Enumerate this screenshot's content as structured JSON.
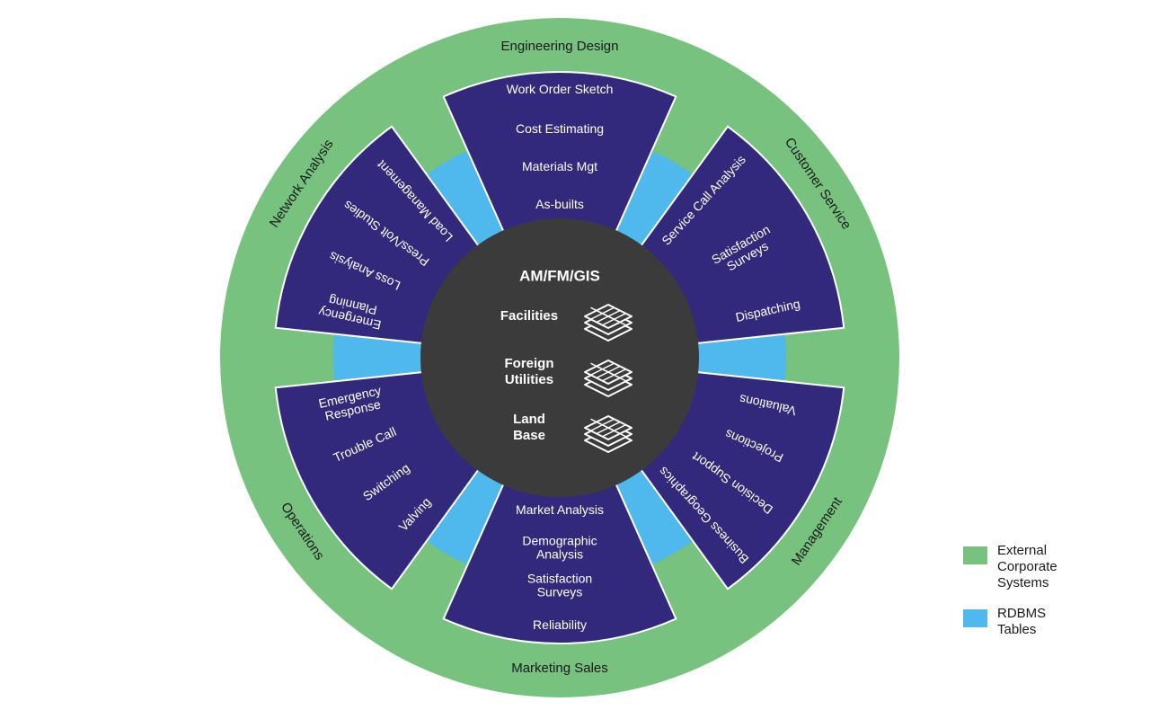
{
  "colors": {
    "external": "#76c27e",
    "rdbms": "#4fb8ec",
    "sector": "#33297c",
    "core": "#3b3b3b",
    "outline": "#ffffff"
  },
  "core": {
    "title": "AM/FM/GIS",
    "layers": [
      {
        "label": "Facilities",
        "icon": "layers-icon"
      },
      {
        "label": "Foreign Utilities",
        "icon": "layers-icon"
      },
      {
        "label": "Land Base",
        "icon": "layers-icon"
      }
    ]
  },
  "segments": [
    {
      "category": "Engineering Design",
      "items": [
        "Work Order Sketch",
        "Cost Estimating",
        "Materials Mgt",
        "As-builts"
      ]
    },
    {
      "category": "Customer Service",
      "items": [
        "Service Call Analysis",
        "Satisfaction Surveys",
        "Dispatching"
      ]
    },
    {
      "category": "Management",
      "items": [
        "Valuations",
        "Projections",
        "Decision Support",
        "Business Geographics"
      ]
    },
    {
      "category": "Marketing Sales",
      "items": [
        "Reliability",
        "Satisfaction Surveys",
        "Demographic Analysis",
        "Market Analysis"
      ]
    },
    {
      "category": "Operations",
      "items": [
        "Valving",
        "Switching",
        "Trouble Call",
        "Emergency Response"
      ]
    },
    {
      "category": "Network Analysis",
      "items": [
        "Load Management",
        "Press/Volt Studies",
        "Loss Analysis",
        "Emergency Planning"
      ]
    }
  ],
  "legend": [
    {
      "label": "External\nCorporate\nSystems",
      "color_key": "external"
    },
    {
      "label": "RDBMS\nTables",
      "color_key": "rdbms"
    }
  ]
}
